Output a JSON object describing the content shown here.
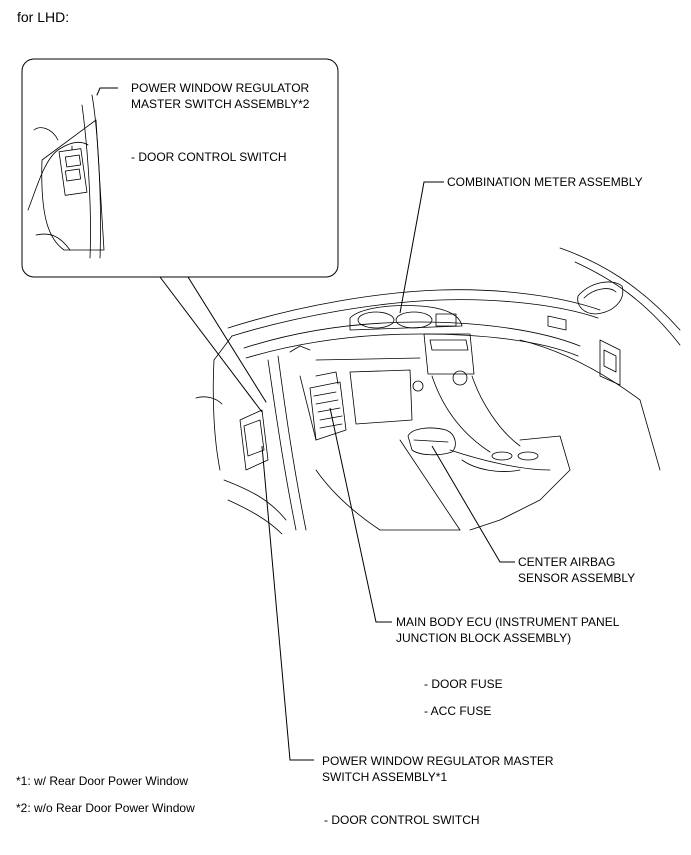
{
  "heading": "for LHD:",
  "labels": {
    "pw_master_2_line1": "POWER WINDOW REGULATOR",
    "pw_master_2_line2": "MASTER SWITCH ASSEMBLY*2",
    "door_control_switch_inset": "- DOOR CONTROL SWITCH",
    "combination_meter": "COMBINATION METER ASSEMBLY",
    "center_airbag_line1": "CENTER AIRBAG",
    "center_airbag_line2": "SENSOR ASSEMBLY",
    "main_body_ecu_line1": "MAIN BODY ECU (INSTRUMENT PANEL",
    "main_body_ecu_line2": "JUNCTION BLOCK ASSEMBLY)",
    "door_fuse": "- DOOR FUSE",
    "acc_fuse": "- ACC FUSE",
    "pw_master_1_line1": "POWER WINDOW REGULATOR MASTER",
    "pw_master_1_line2": "SWITCH ASSEMBLY*1",
    "door_control_switch": "- DOOR CONTROL SWITCH"
  },
  "footnotes": {
    "note1": "*1: w/ Rear Door Power Window",
    "note2": "*2: w/o Rear Door Power Window"
  }
}
